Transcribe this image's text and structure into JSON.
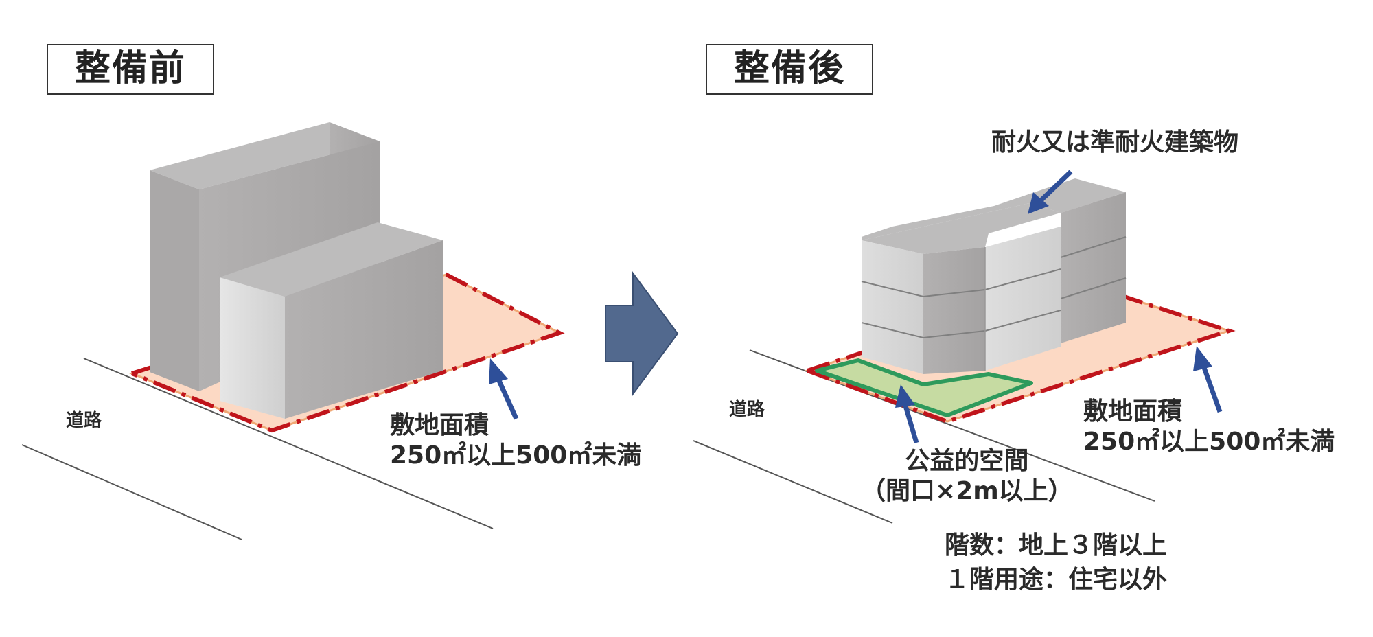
{
  "before": {
    "title": "整備前",
    "road_label": "道路",
    "site_area_label": "敷地面積",
    "site_area_value": "250㎡以上500㎡未満"
  },
  "after": {
    "title": "整備後",
    "road_label": "道路",
    "building_label": "耐火又は準耐火建築物",
    "site_area_label": "敷地面積",
    "site_area_value": "250㎡以上500㎡未満",
    "public_space_label": "公益的空間",
    "public_space_detail": "（間口×2m以上）",
    "floors_requirement": "階数：地上３階以上",
    "first_floor_use": "１階用途：住宅以外"
  },
  "colors": {
    "site_fill": "#fcd9c4",
    "site_border": "#c0141b",
    "public_space_fill": "#c6dba2",
    "public_space_border": "#2e9a5c",
    "arrow_blue": "#2e4f99",
    "transition_arrow": "#52698e",
    "building_front": "#d8d8d8",
    "building_top": "#bdbcbc",
    "building_side": "#a9a7a7"
  }
}
